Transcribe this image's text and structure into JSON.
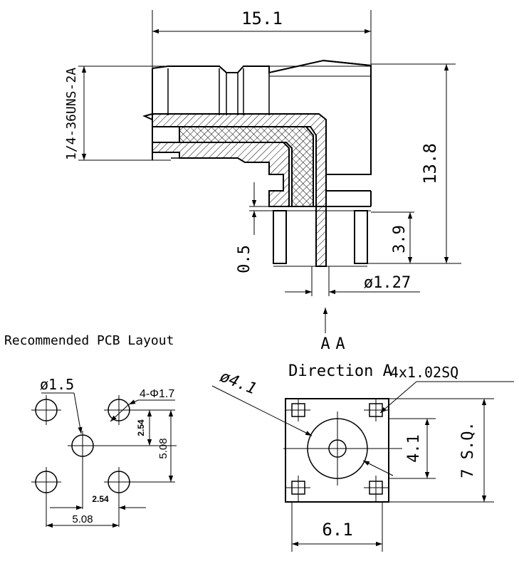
{
  "side_view": {
    "width": "15.1",
    "height": "13.8",
    "thread": "1/4-36UNS-2A",
    "pin_length": "3.9",
    "standoff": "0.5",
    "pin_diameter": "ø1.27",
    "direction_marker": "A"
  },
  "pcb_layout": {
    "title": "Recommended PCB Layout",
    "center_hole": "ø1.5",
    "ground_holes": "4-Φ1.7",
    "pitch_half_y": "2.54",
    "pitch_y": "5.08",
    "pitch_half_x": "2.54",
    "pitch_x": "5.08"
  },
  "bottom_view": {
    "title": "Direction A",
    "view_letter": "A",
    "pins": "4x1.02SQ",
    "body_diameter": "ø4.1",
    "inner_height": "4.1",
    "square_size": "7 S.Q.",
    "pin_spacing": "6.1"
  }
}
